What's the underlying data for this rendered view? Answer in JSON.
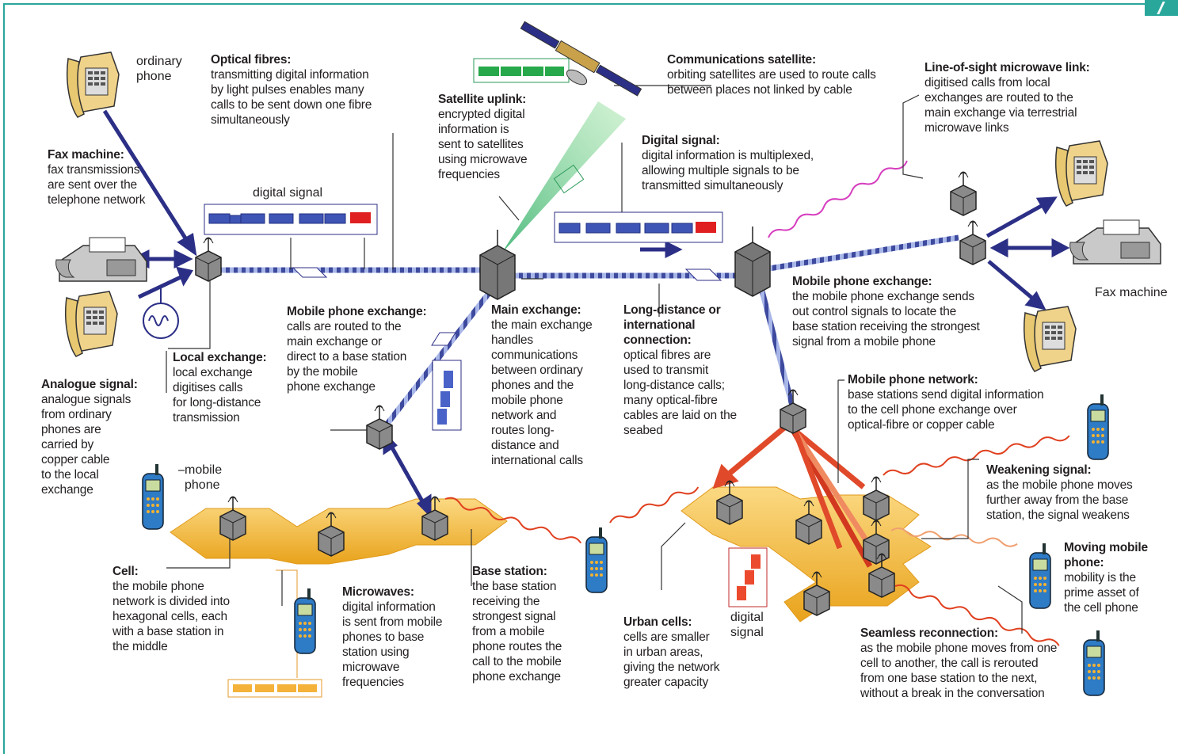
{
  "labels": {
    "ordinary_phone": "ordinary\nphone",
    "optical": {
      "title": "Optical fibres:",
      "body": [
        "transmitting digital information",
        "by light pulses enables many",
        "calls to be sent down one fibre",
        "simultaneously"
      ]
    },
    "uplink": {
      "title": "Satellite uplink:",
      "body": [
        "encrypted digital",
        "information is",
        "sent to satellites",
        "using microwave",
        "frequencies"
      ]
    },
    "satellite": {
      "title": "Communications satellite:",
      "body": [
        "orbiting satellites are used to route calls",
        "between places not linked by cable"
      ]
    },
    "los": {
      "title": "Line-of-sight microwave link:",
      "body": [
        "digitised calls from local",
        "exchanges are routed to the",
        "main exchange via terrestrial",
        "microwave links"
      ]
    },
    "fax": {
      "title": "Fax machine:",
      "body": [
        "fax transmissions",
        "are sent over the",
        "telephone network"
      ]
    },
    "digital_signal_small": "digital signal",
    "digital": {
      "title": "Digital signal:",
      "body": [
        "digital information is multiplexed,",
        "allowing multiple signals to be",
        "transmitted simultaneously"
      ]
    },
    "mobile_exchange_left": {
      "title": "Mobile phone exchange:",
      "body": [
        "calls are routed to the",
        "main exchange or",
        "direct to a base station",
        "by the mobile",
        "phone exchange"
      ]
    },
    "main_exchange": {
      "title": "Main exchange:",
      "body": [
        "the main exchange",
        "handles",
        "communications",
        "between ordinary",
        "phones and the",
        "mobile phone",
        "network and",
        "routes long-",
        "distance and",
        "international calls"
      ]
    },
    "long_distance": {
      "title": "Long-distance or international connection:",
      "body": [
        "optical fibres are",
        "used to transmit",
        "long-distance calls;",
        "many optical-fibre",
        "cables are laid on the",
        "seabed"
      ]
    },
    "mobile_exchange_right": {
      "title": "Mobile phone exchange:",
      "body": [
        "the mobile phone exchange sends",
        "out control signals to locate the",
        "base station receiving the strongest",
        "signal from a mobile phone"
      ]
    },
    "fax_right": "Fax machine",
    "local_exchange": {
      "title": "Local exchange:",
      "body": [
        "local exchange",
        "digitises calls",
        "for long-distance",
        "transmission"
      ]
    },
    "analogue": {
      "title": "Analogue signal:",
      "body": [
        "analogue signals",
        "from ordinary",
        "phones are",
        "carried by",
        "copper cable",
        "to the local",
        "exchange"
      ]
    },
    "mobile_phone": "mobile\nphone",
    "network": {
      "title": "Mobile phone network:",
      "body": [
        "base stations send digital information",
        "to the cell phone exchange over",
        "optical-fibre or copper cable"
      ]
    },
    "weakening": {
      "title": "Weakening signal:",
      "body": [
        "as the mobile phone moves",
        "further away from the base",
        "station, the signal weakens"
      ]
    },
    "moving": {
      "title": "Moving mobile phone:",
      "body": [
        "mobility is the",
        "prime asset of",
        "the cell phone"
      ]
    },
    "cell": {
      "title": "Cell:",
      "body": [
        "the mobile phone",
        "network is divided into",
        "hexagonal cells, each",
        "with a base station in",
        "the middle"
      ]
    },
    "microwaves": {
      "title": "Microwaves:",
      "body": [
        "digital information",
        "is sent from mobile",
        "phones to base",
        "station using",
        "microwave",
        "frequencies"
      ]
    },
    "base_station": {
      "title": "Base station:",
      "body": [
        "the base station",
        "receiving the",
        "strongest signal",
        "from a mobile",
        "phone routes the",
        "call to the mobile",
        "phone exchange"
      ]
    },
    "urban": {
      "title": "Urban cells:",
      "body": [
        "cells are smaller",
        "in urban areas,",
        "giving the network",
        "greater capacity"
      ]
    },
    "digital_signal_red": "digital\nsignal",
    "seamless": {
      "title": "Seamless reconnection:",
      "body": [
        "as the mobile phone moves from one",
        "cell to another, the call is rerouted",
        "from one base station to the next,",
        "without a break in the conversation"
      ]
    }
  }
}
